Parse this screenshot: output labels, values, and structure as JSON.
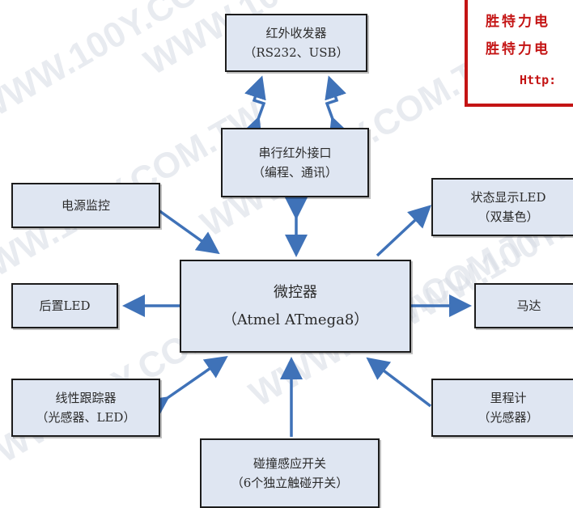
{
  "watermark_text": "WWW.100Y.COM.TW",
  "colors": {
    "arrow": "#3f72b8",
    "box_fill": "#dfe6f2",
    "box_border": "#1c1c1c",
    "stamp": "#c41414"
  },
  "nodes": {
    "ir_transceiver": {
      "line1": "红外收发器",
      "line2": "（RS232、USB）"
    },
    "serial_ir_interface": {
      "line1": "串行红外接口",
      "line2": "（编程、通讯）"
    },
    "power_monitor": {
      "line1": "电源监控"
    },
    "status_led": {
      "line1": "状态显示LED",
      "line2": "（双基色）"
    },
    "mcu": {
      "line1": "微控器",
      "line2": "（Atmel ATmega8）"
    },
    "rear_led": {
      "line1": "后置LED"
    },
    "motor": {
      "line1": "马达"
    },
    "line_tracker": {
      "line1": "线性跟踪器",
      "line2": "（光感器、LED）"
    },
    "odometer": {
      "line1": "里程计",
      "line2": "（光感器）"
    },
    "bump_switch": {
      "line1": "碰撞感应开关",
      "line2": "（6个独立触碰开关）"
    }
  },
  "stamp": {
    "line1": "胜特力电",
    "line2": "胜特力电",
    "line3": "Http:"
  }
}
